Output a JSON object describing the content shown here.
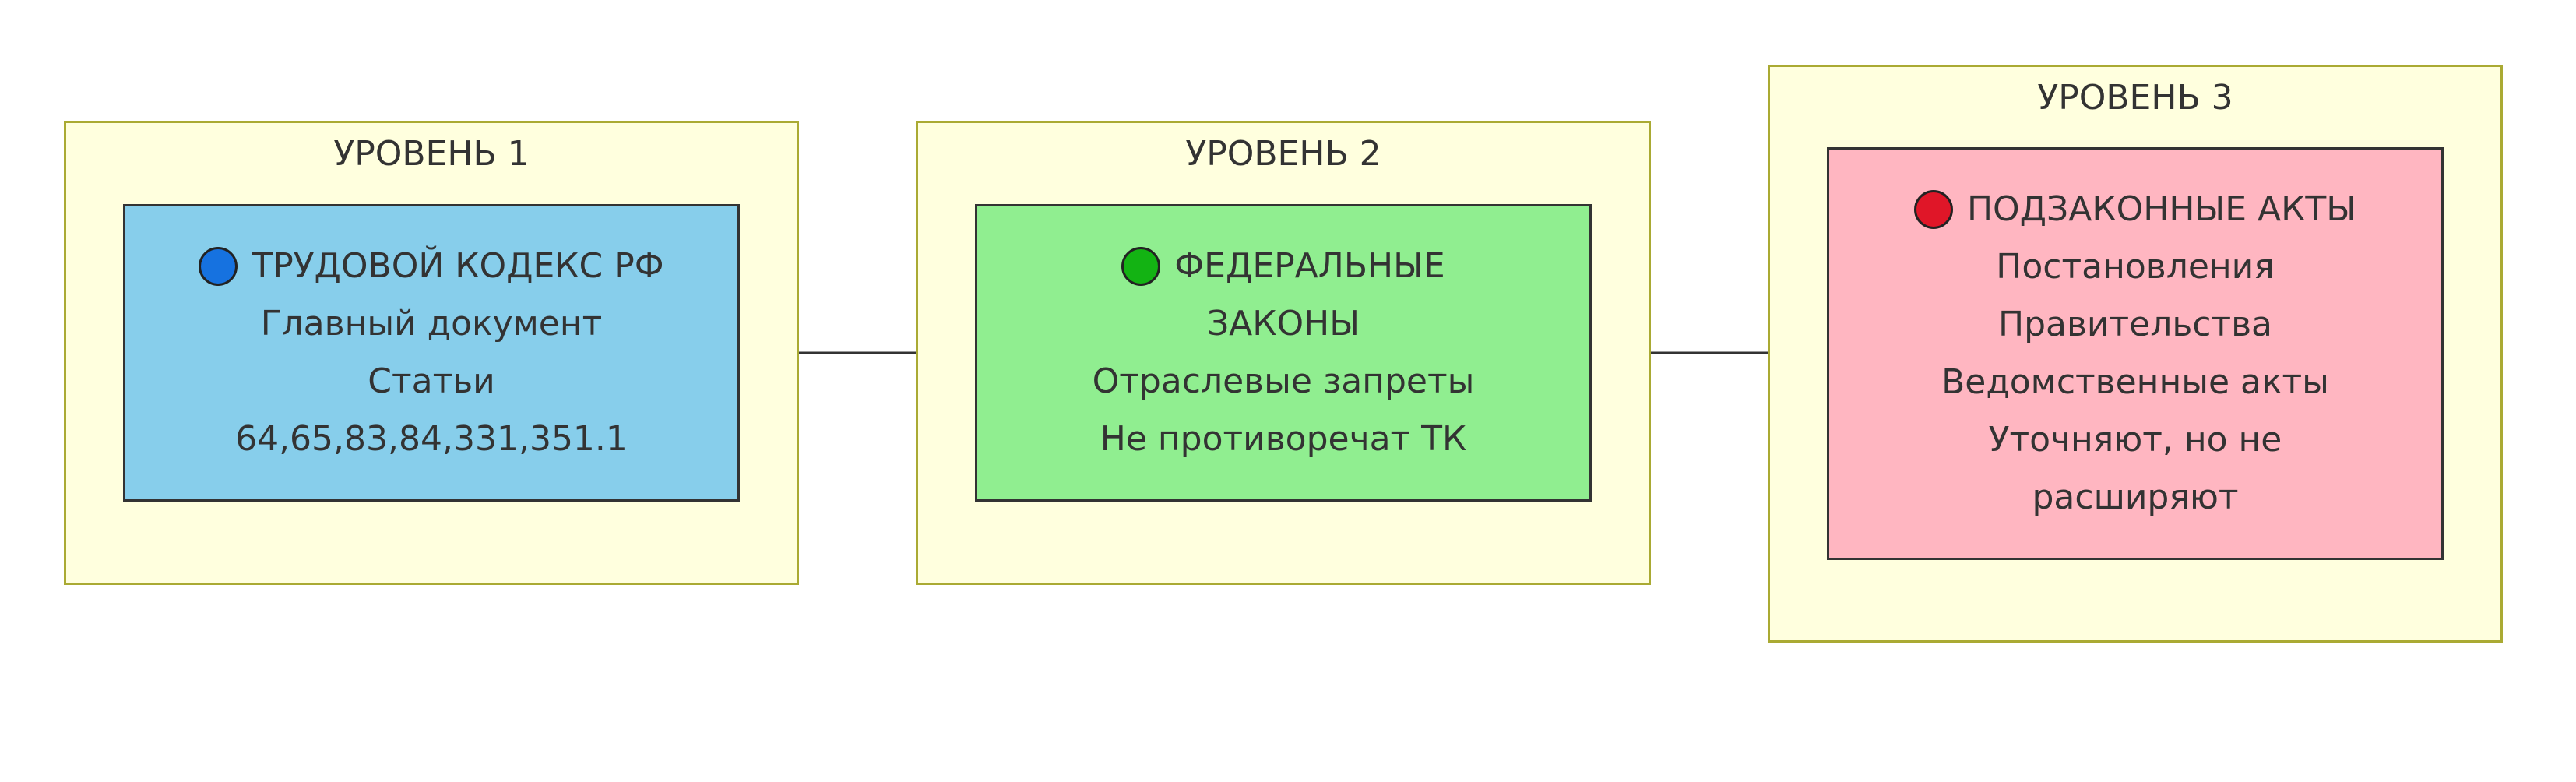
{
  "colors": {
    "cluster_fill": "#ffffde",
    "cluster_border": "#aaaa33",
    "node_border": "#333333",
    "edge": "#333333"
  },
  "levels": [
    {
      "title": "УРОВЕНЬ 1",
      "node": {
        "fill": "#87ceeb",
        "marker_color": "#1672e0",
        "marker_icon": "blue-circle",
        "title": "ТРУДОВОЙ КОДЕКС РФ",
        "title_cont": "",
        "lines": [
          "Главный документ",
          "Статьи",
          "64,65,83,84,331,351.1"
        ]
      }
    },
    {
      "title": "УРОВЕНЬ 2",
      "node": {
        "fill": "#90ee90",
        "marker_color": "#13b313",
        "marker_icon": "green-circle",
        "title": "ФЕДЕРАЛЬНЫЕ",
        "title_cont": "ЗАКОНЫ",
        "lines": [
          "Отраслевые запреты",
          "Не противоречат ТК"
        ]
      }
    },
    {
      "title": "УРОВЕНЬ 3",
      "node": {
        "fill": "#ffb6c1",
        "marker_color": "#e01628",
        "marker_icon": "red-circle",
        "title": "ПОДЗАКОННЫЕ АКТЫ",
        "title_cont": "",
        "lines": [
          "Постановления",
          "Правительства",
          "Ведомственные акты",
          "Уточняют, но не",
          "расширяют"
        ]
      }
    }
  ],
  "edges": [
    {
      "from": "УРОВЕНЬ 1",
      "to": "УРОВЕНЬ 2"
    },
    {
      "from": "УРОВЕНЬ 2",
      "to": "УРОВЕНЬ 3"
    }
  ]
}
